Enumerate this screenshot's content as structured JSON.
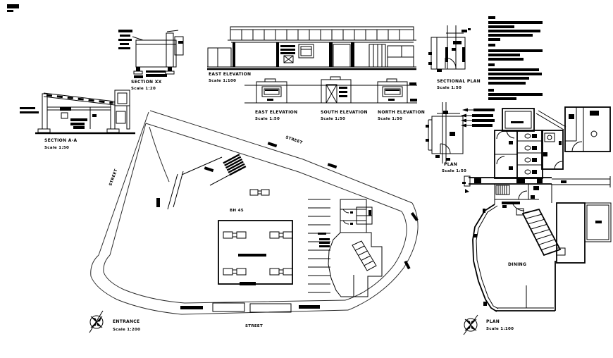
{
  "sheet": {
    "background": "#ffffff",
    "ink": "#000000"
  },
  "drawings": {
    "detail_section": {
      "title": "SECTION XX",
      "scale": "Scale 1:20"
    },
    "section_a": {
      "title": "SECTION A-A",
      "scale": "Scale 1:50"
    },
    "long_elevation": {
      "title": "EAST ELEVATION",
      "scale": "Scale 1:100"
    },
    "elevations": [
      {
        "title": "EAST ELEVATION",
        "scale": "Scale 1:50"
      },
      {
        "title": "SOUTH ELEVATION",
        "scale": "Scale 1:50"
      },
      {
        "title": "NORTH ELEVATION",
        "scale": "Scale 1:50"
      }
    ],
    "sectional_plan": {
      "title": "SECTIONAL PLAN",
      "scale": "Scale 1:50"
    },
    "toilet_plan": {
      "title": "PLAN",
      "scale": "Scale 1:50"
    },
    "floor_plan": {
      "title": "PLAN",
      "scale": "Scale 1:100",
      "room_label": "DINING"
    },
    "site_plan": {
      "title": "ENTRANCE",
      "scale": "Scale 1:200",
      "shelter_label": "BH 45",
      "street_labels": [
        "STREET",
        "STREET",
        "STREET"
      ]
    }
  }
}
